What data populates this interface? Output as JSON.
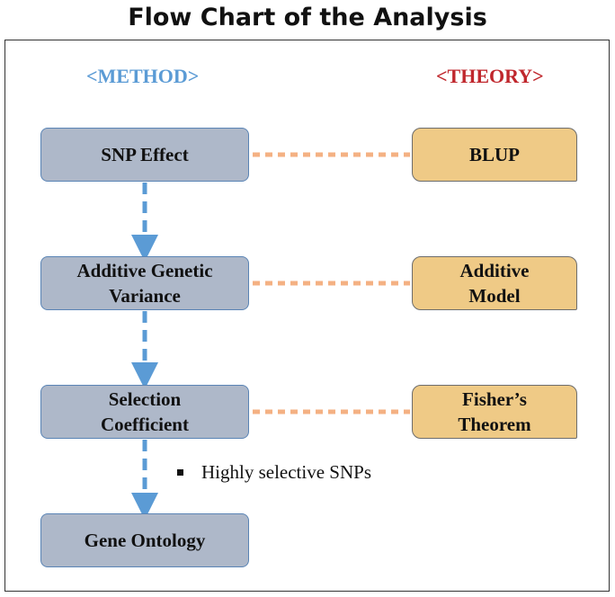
{
  "title": "Flow Chart of the Analysis",
  "columns": {
    "method": "<METHOD>",
    "theory": "<THEORY>"
  },
  "method_steps": [
    {
      "line1": "SNP Effect",
      "line2": ""
    },
    {
      "line1": "Additive Genetic",
      "line2": "Variance"
    },
    {
      "line1": "Selection",
      "line2": "Coefficient"
    },
    {
      "line1": "Gene Ontology",
      "line2": ""
    }
  ],
  "theory_items": [
    {
      "line1": "BLUP",
      "line2": ""
    },
    {
      "line1": "Additive",
      "line2": "Model"
    },
    {
      "line1": "Fisher’s",
      "line2": "Theorem"
    }
  ],
  "note": "Highly selective SNPs",
  "colors": {
    "method_fill": "#aeb8c9",
    "method_border": "#5a84b5",
    "theory_fill": "#efca86",
    "arrow": "#5b9bd5",
    "connector": "#f4b183",
    "method_heading": "#5b9bd5",
    "theory_heading": "#c0272d"
  }
}
